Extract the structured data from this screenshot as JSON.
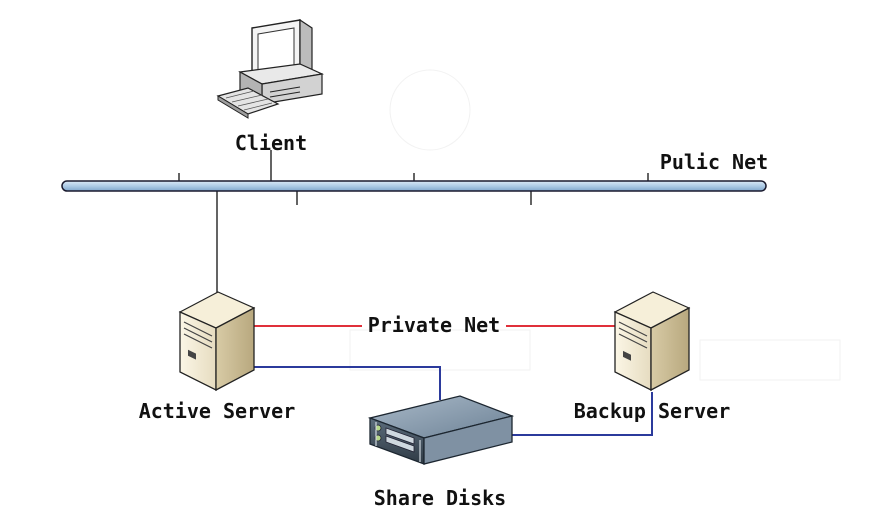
{
  "labels": {
    "client": "Client",
    "public_net": "Pulic Net",
    "private_net": "Private Net",
    "active_server": "Active Server",
    "backup_server": "Backup Server",
    "share_disks": "Share Disks"
  },
  "colors": {
    "bus_fill": "#aecbe6",
    "bus_stroke": "#1a1a2e",
    "private_link": "#e0303a",
    "storage_link": "#2b3a9c",
    "wire": "#111111"
  }
}
